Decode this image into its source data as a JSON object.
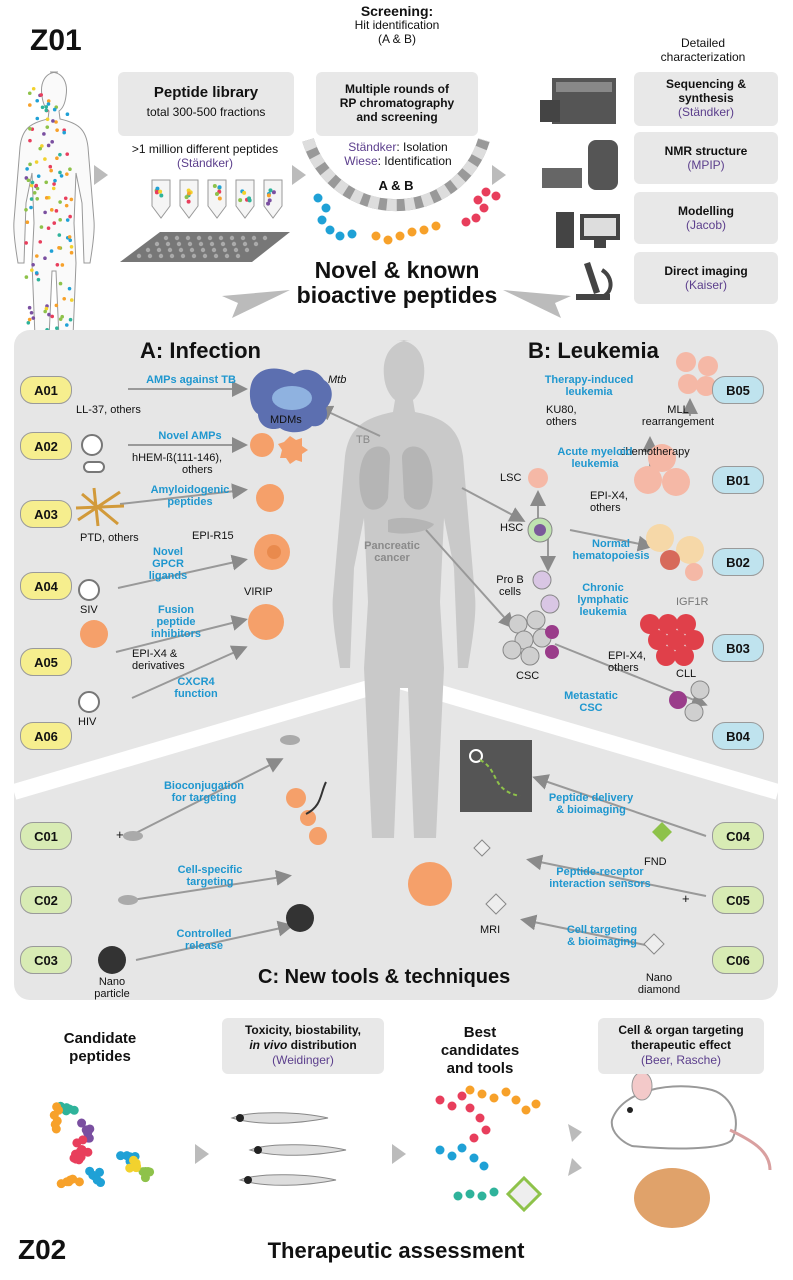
{
  "z01": {
    "id": "Z01",
    "library_title": "Peptide library",
    "library_sub": "total 300-500 fractions",
    "million": ">1 million different peptides",
    "million_owner": "(Ständker)",
    "screening_title": "Screening:",
    "screening_sub1": "Hit identification",
    "screening_sub2": "(A & B)",
    "rp1": "Multiple rounds of",
    "rp2": "RP chromatography",
    "rp3": "and screening",
    "isolation_name": "Ständker",
    "isolation_text": ": Isolation",
    "ident_name": "Wiese",
    "ident_text": ": Identification",
    "ab": "A & B",
    "detailed1": "Detailed",
    "detailed2": "characterization",
    "char": [
      {
        "title1": "Sequencing &",
        "title2": "synthesis",
        "owner": "(Ständker)"
      },
      {
        "title1": "NMR structure",
        "title2": "",
        "owner": "(MPIP)"
      },
      {
        "title1": "Modelling",
        "title2": "",
        "owner": "(Jacob)"
      },
      {
        "title1": "Direct imaging",
        "title2": "",
        "owner": "(Kaiser)"
      }
    ],
    "novel1": "Novel & known",
    "novel2": "bioactive peptides"
  },
  "infection": {
    "title": "A: Infection",
    "badges": [
      "A01",
      "A02",
      "A03",
      "A04",
      "A05",
      "A06"
    ],
    "amps_tb": "AMPs against TB",
    "ll37": "LL-37, others",
    "mtb": "Mtb",
    "mdms": "MDMs",
    "novel_amps": "Novel AMPs",
    "hhem": "hHEM-ß(111-146),",
    "hhem2": "others",
    "amyloid1": "Amyloidogenic",
    "amyloid2": "peptides",
    "ptd": "PTD, others",
    "epi_r15": "EPI-R15",
    "gpcr1": "Novel",
    "gpcr2": "GPCR",
    "gpcr3": "ligands",
    "siv": "SIV",
    "virip": "VIRIP",
    "fusion1": "Fusion",
    "fusion2": "peptide",
    "fusion3": "inhibitors",
    "epix4_1": "EPI-X4 &",
    "epix4_2": "derivatives",
    "cxcr4_1": "CXCR4",
    "cxcr4_2": "function",
    "hiv": "HIV"
  },
  "body": {
    "tb": "TB",
    "pancreatic1": "Pancreatic",
    "pancreatic2": "cancer"
  },
  "leukemia": {
    "title": "B: Leukemia",
    "badges": [
      "B05",
      "B01",
      "B02",
      "B03",
      "B04"
    ],
    "therapy1": "Therapy-induced",
    "therapy2": "leukemia",
    "ku80_1": "KU80,",
    "ku80_2": "others",
    "mll1": "MLL",
    "mll2": "rearrangement",
    "chemo": "chemotherapy",
    "aml1": "Acute myeloid",
    "aml2": "leukemia",
    "lsc": "LSC",
    "epix4_1": "EPI-X4,",
    "epix4_2": "others",
    "hsc": "HSC",
    "normal1": "Normal",
    "normal2": "hematopoiesis",
    "prob1": "Pro B",
    "prob2": "cells",
    "cll_a": "Chronic",
    "cll_b": "lymphatic",
    "cll_c": "leukemia",
    "igf1r": "IGF1R",
    "epix4b_1": "EPI-X4,",
    "epix4b_2": "others",
    "csc": "CSC",
    "cll": "CLL",
    "meta1": "Metastatic",
    "meta2": "CSC"
  },
  "tools": {
    "title": "C: New tools & techniques",
    "badges": [
      "C01",
      "C02",
      "C03",
      "C04",
      "C05",
      "C06"
    ],
    "bioconj1": "Bioconjugation",
    "bioconj2": "for targeting",
    "cellspec1": "Cell-specific",
    "cellspec2": "targeting",
    "controlled1": "Controlled",
    "controlled2": "release",
    "nano1": "Nano",
    "nano2": "particle",
    "delivery1": "Peptide delivery",
    "delivery2": "& bioimaging",
    "fnd": "FND",
    "sensor1": "Peptide-receptor",
    "sensor2": "interaction sensors",
    "mri": "MRI",
    "celltarget1": "Cell targeting",
    "celltarget2": "& bioimaging",
    "diamond1": "Nano",
    "diamond2": "diamond",
    "plus1": "+",
    "plus2": "+"
  },
  "z02": {
    "id": "Z02",
    "candidate1": "Candidate",
    "candidate2": "peptides",
    "tox1": "Toxicity, biostability,",
    "tox2_italic": "in vivo",
    "tox2_rest": " distribution",
    "tox_owner": "(Weidinger)",
    "best1": "Best",
    "best2": "candidates",
    "best3": "and tools",
    "cell1": "Cell & organ targeting",
    "cell2": "therapeutic effect",
    "cell_owner": "(Beer, Rasche)",
    "therapeutic": "Therapeutic assessment"
  },
  "colors": {
    "accent_blue": "#1f97cf",
    "owner_purple": "#5b3e8c",
    "badge_yellow": "#f6ee8e",
    "badge_blue": "#bfe3ee",
    "badge_green": "#d8ebb4",
    "panel_gray": "#e6e6e6",
    "body_gray": "#c9c9c9"
  }
}
